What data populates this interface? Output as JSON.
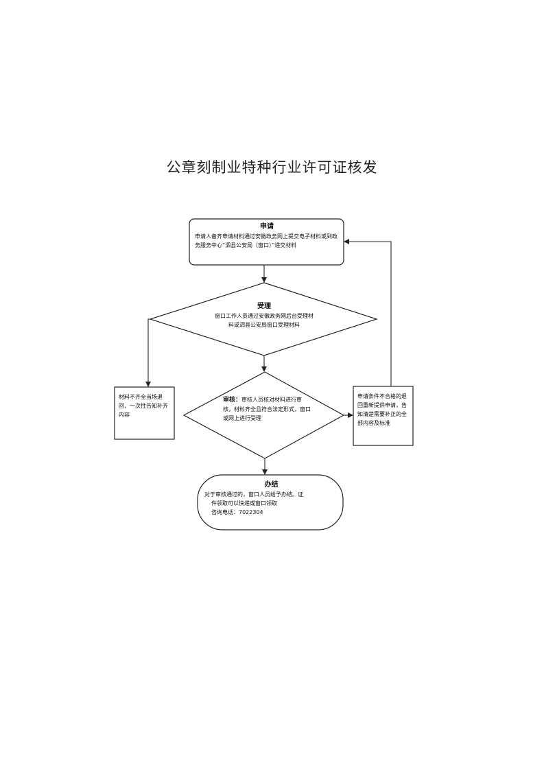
{
  "title": "公章刻制业特种行业许可证核发",
  "nodes": {
    "apply": {
      "title": "申请",
      "text": "申请人备齐申请材料通过安徽政务网上提交电子材料或到政务服务中心“泗县公安局（窗口）”递交材料"
    },
    "accept": {
      "title": "受理",
      "line1": "窗口工作人员通过安徽政务网后台受理材",
      "line2": "料或泗县公安局窗口受理材料"
    },
    "review": {
      "title": "审核：",
      "text": "审核人员核对材料进行审核，材料齐全且符合法定形式，窗口或网上进行受理"
    },
    "incomplete": {
      "text": "材料不齐全当场退回，一次性告知补齐内容"
    },
    "reject": {
      "text": "申请条件不合格的退回重新提供申请，告知清楚需要补正的全部内容及标准"
    },
    "done": {
      "title": "办结",
      "line1": "对于审核通过的，窗口人员给予办结。证",
      "line2": "件领取可以快递或窗口领取",
      "line3": "咨询电话：7022304"
    }
  }
}
